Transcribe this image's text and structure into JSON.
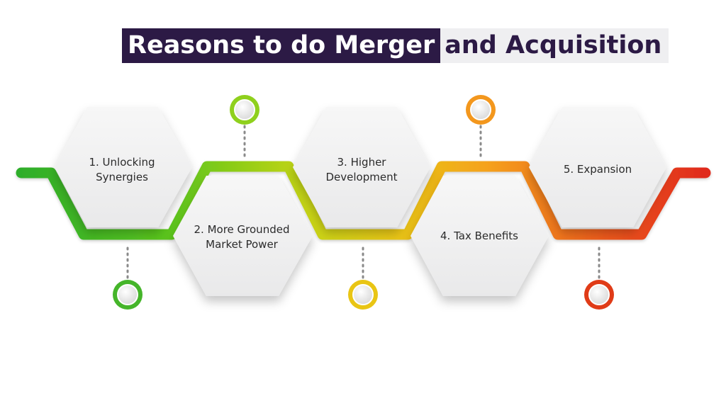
{
  "title": {
    "part1": "Reasons to do Merger",
    "part2": "and Acquisition"
  },
  "steps": [
    {
      "label": "1. Unlocking Synergies",
      "color": "#3fb91e"
    },
    {
      "label": "2. More Grounded Market Power",
      "color": "#8ccf14"
    },
    {
      "label": "3. Higher Development",
      "color": "#e6c40f"
    },
    {
      "label": "4. Tax Benefits",
      "color": "#f39a1c"
    },
    {
      "label": "5. Expansion",
      "color": "#e23a18"
    }
  ],
  "colors": {
    "title_bg": "#2c1a45",
    "title_light_bg": "#efeff1",
    "line_start": "#2fae2a",
    "line_mid": "#e3c313",
    "line_end": "#e02a1a"
  }
}
